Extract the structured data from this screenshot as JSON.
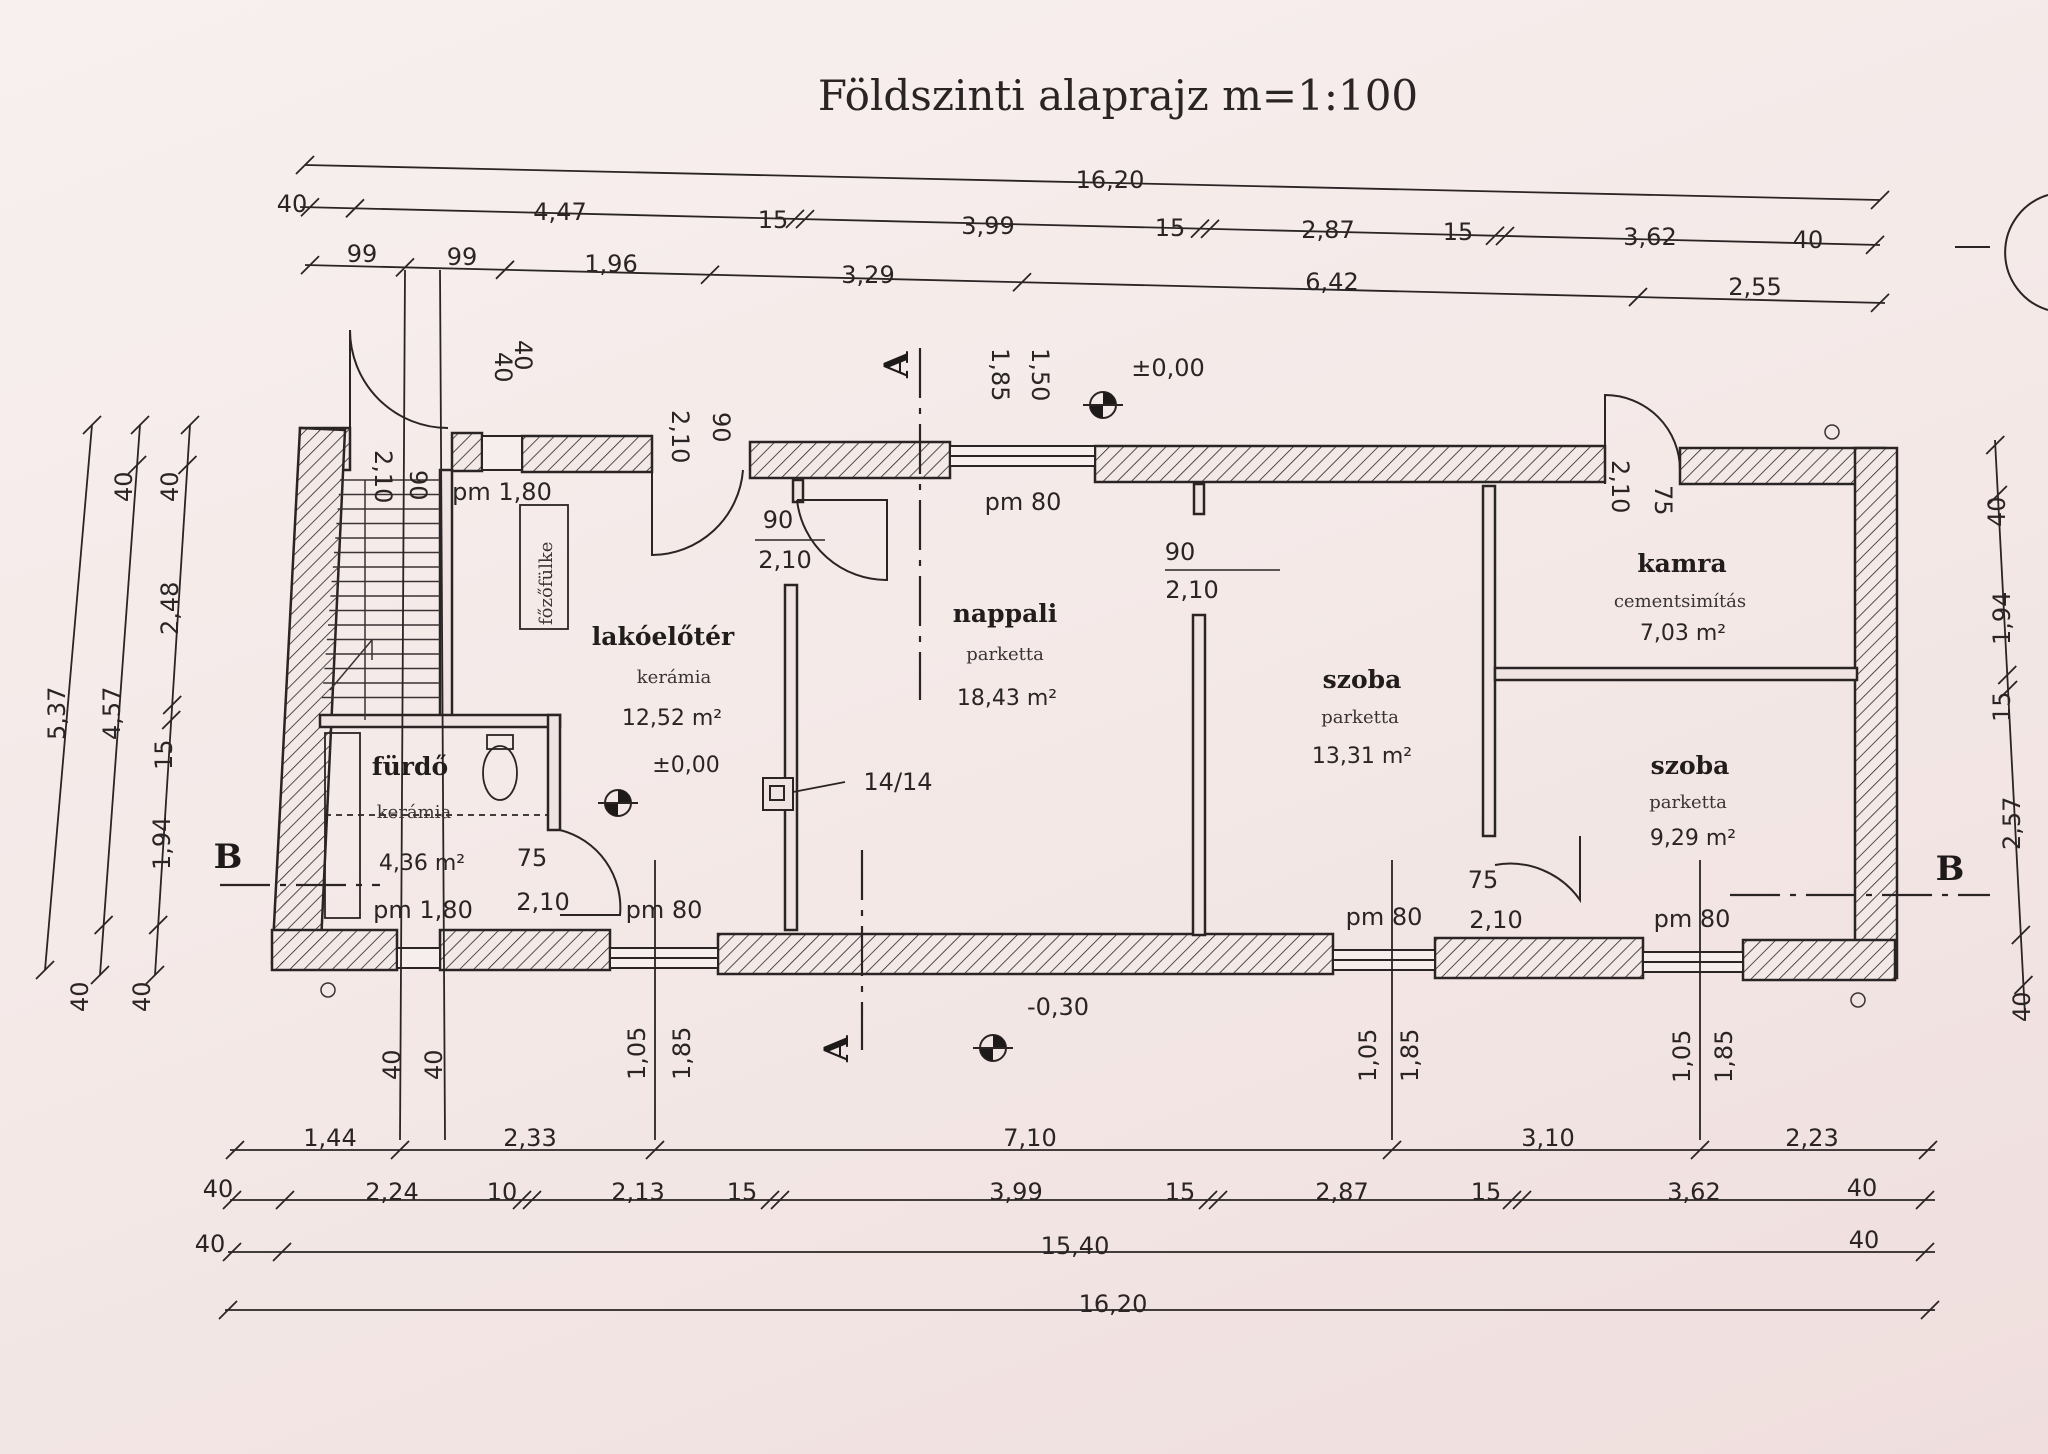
{
  "title": "Földszinti alaprajz m=1:100",
  "top_dims": {
    "overall": "16,20",
    "row2": [
      "40",
      "4,47",
      "15",
      "3,99",
      "15",
      "2,87",
      "15",
      "3,62",
      "40"
    ],
    "row3": [
      "99",
      "99",
      "1,96",
      "3,29",
      "6,42",
      "2,55"
    ]
  },
  "bottom_dims": {
    "row1": [
      "1,44",
      "2,33",
      "7,10",
      "3,10",
      "2,23"
    ],
    "row2": [
      "40",
      "2,24",
      "10",
      "2,13",
      "15",
      "3,99",
      "15",
      "2,87",
      "15",
      "3,62",
      "40"
    ],
    "row3": [
      "40",
      "15,40",
      "40"
    ],
    "overall": "16,20"
  },
  "left_dims": {
    "outer": "5,37",
    "mid": [
      "40",
      "4,57",
      "40"
    ],
    "inner": [
      "40",
      "2,48",
      "15",
      "1,94",
      "40"
    ]
  },
  "right_dims": [
    "40",
    "1,94",
    "15",
    "2,57",
    "40"
  ],
  "rooms": {
    "lakoeloter": {
      "name": "lakóelőtér",
      "floor": "kerámia",
      "area": "12,52 m²",
      "level": "±0,00"
    },
    "nappali": {
      "name": "nappali",
      "floor": "parketta",
      "area": "18,43 m²"
    },
    "szoba1": {
      "name": "szoba",
      "floor": "parketta",
      "area": "13,31 m²"
    },
    "kamra": {
      "name": "kamra",
      "floor": "cementsimítás",
      "area": "7,03 m²"
    },
    "szoba2": {
      "name": "szoba",
      "floor": "parketta",
      "area": "9,29 m²"
    },
    "furdo": {
      "name": "fürdő",
      "floor": "kerámia",
      "area": "4,36 m²"
    },
    "fozofulke": {
      "name": "főzőfülke"
    }
  },
  "annotations": {
    "level_top": "±0,00",
    "level_bottom": "-0,30",
    "chimney": "14/14",
    "section_a": "A",
    "section_b": "B",
    "pm180_kitchen": "pm 1,80",
    "pm80_nappali": "pm 80",
    "pm180_furdo": "pm 1,80",
    "pm80_lako": "pm 80",
    "pm80_szoba1": "pm 80",
    "pm80_szoba2": "pm 80",
    "door_90": "90",
    "door_210": "2,10",
    "door_75": "75",
    "h_40": "40",
    "h_105": "1,05",
    "h_185": "1,85",
    "h_150": "1,50",
    "h_210": "2,10",
    "h_90": "90"
  }
}
